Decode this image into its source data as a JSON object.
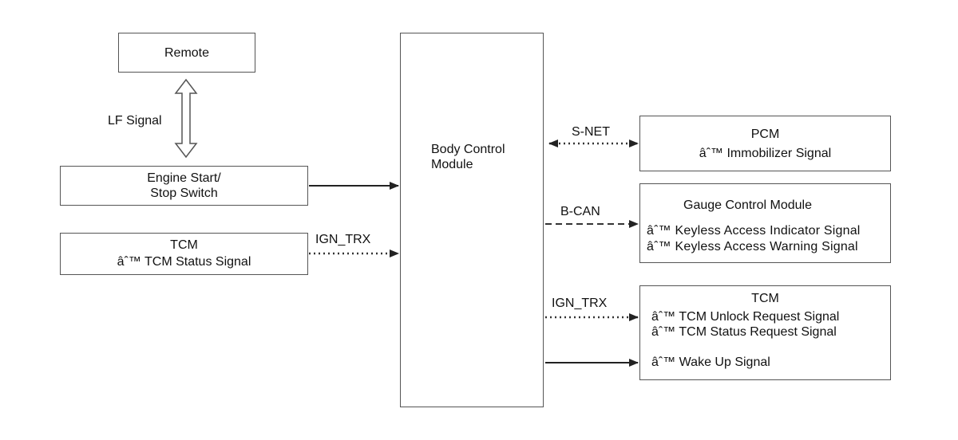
{
  "blocks": {
    "remote": {
      "title": "Remote"
    },
    "engine_switch": {
      "line1": "Engine Start/",
      "line2": "Stop Switch"
    },
    "tcm_left": {
      "title": "TCM",
      "signal": "âˆ™ TCM Status Signal"
    },
    "bcm": {
      "line1": "Body Control",
      "line2": "Module"
    },
    "pcm": {
      "title": "PCM",
      "signal": "âˆ™ Immobilizer Signal"
    },
    "gauge": {
      "title": "Gauge Control Module",
      "signal1": "âˆ™ Keyless Access Indicator Signal",
      "signal2": "âˆ™ Keyless Access Warning Signal"
    },
    "tcm_right": {
      "title": "TCM",
      "signal1": "âˆ™ TCM Unlock Request Signal",
      "signal2": "âˆ™ TCM Status Request Signal",
      "signal3": "âˆ™ Wake Up Signal"
    }
  },
  "links": {
    "lf_signal": "LF Signal",
    "ign_trx_left": "IGN_TRX",
    "snet": "S-NET",
    "bcan": "B-CAN",
    "ign_trx_right": "IGN_TRX"
  },
  "colors": {
    "line": "#222222",
    "box_border": "#555555",
    "dashed_divider": "#999999"
  }
}
